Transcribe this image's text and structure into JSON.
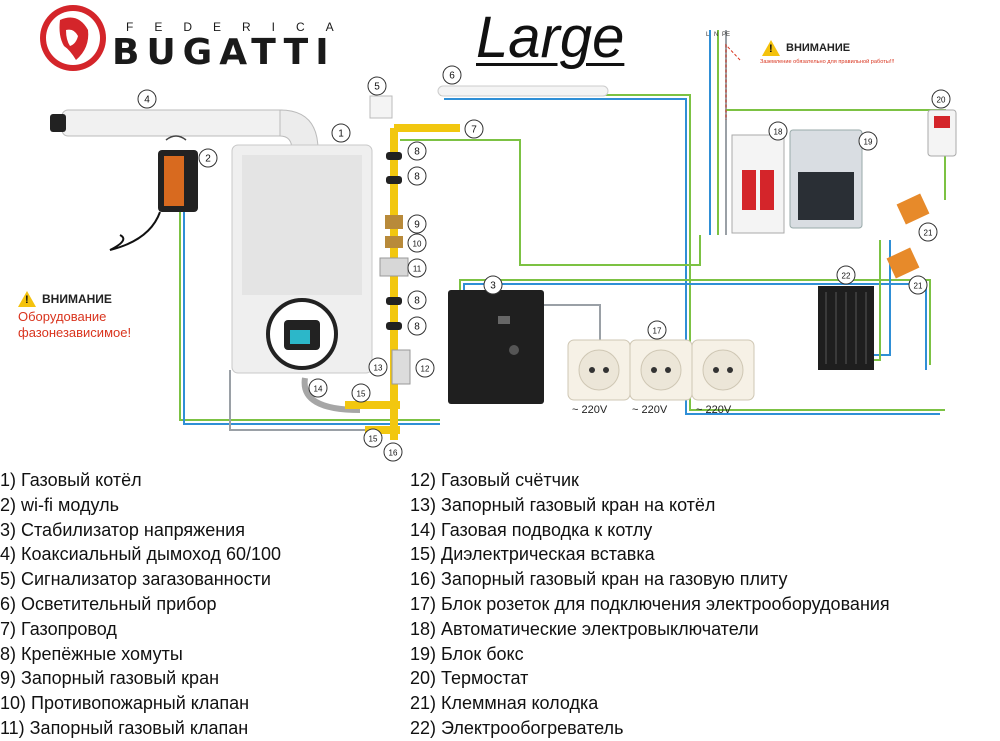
{
  "brand": {
    "sub": "FEDERICA",
    "main": "BUGATTI"
  },
  "title": "Large",
  "warnings": {
    "left": {
      "head": "ВНИМАНИЕ",
      "line1": "Оборудование",
      "line2": "фазонезависимое!"
    },
    "right": {
      "head": "ВНИМАНИЕ",
      "body": "Заземление обязательно для правильной работы!!!"
    }
  },
  "wiring_labels": [
    "L",
    "N",
    "PE"
  ],
  "voltage_labels": [
    "~ 220V",
    "~ 220V",
    "~ 220V"
  ],
  "callouts": [
    "1",
    "2",
    "3",
    "4",
    "5",
    "6",
    "7",
    "8",
    "8",
    "9",
    "10",
    "11",
    "8",
    "8",
    "12",
    "13",
    "14",
    "15",
    "15",
    "16",
    "17",
    "18",
    "19",
    "20",
    "21",
    "21",
    "22"
  ],
  "legend_left": [
    "1) Газовый котёл",
    "2) wi-fi модуль",
    "3) Стабилизатор напряжения",
    "4) Коаксиальный дымоход 60/100",
    "5) Сигнализатор загазованности",
    "6) Осветительный прибор",
    "7) Газопровод",
    "8) Крепёжные хомуты",
    "9) Запорный газовый кран",
    "10) Противопожарный клапан",
    "11) Запорный газовый клапан"
  ],
  "legend_right": [
    "12) Газовый счётчик",
    "13) Запорный газовый кран на котёл",
    "14) Газовая подводка к котлу",
    "15) Диэлектрическая вставка",
    "16) Запорный газовый кран на газовую плиту",
    "17) Блок розеток для подключения электрооборудования",
    "18) Автоматические электровыключатели",
    "19) Блок бокс",
    "20) Термостат",
    "21) Клеммная колодка",
    "22) Электрообогреватель"
  ],
  "colors": {
    "brand_red": "#d4252a",
    "warning_red": "#d9341e",
    "gas_pipe": "#f2c70f",
    "wire_green": "#7cc243",
    "wire_blue": "#2f8fd6"
  }
}
